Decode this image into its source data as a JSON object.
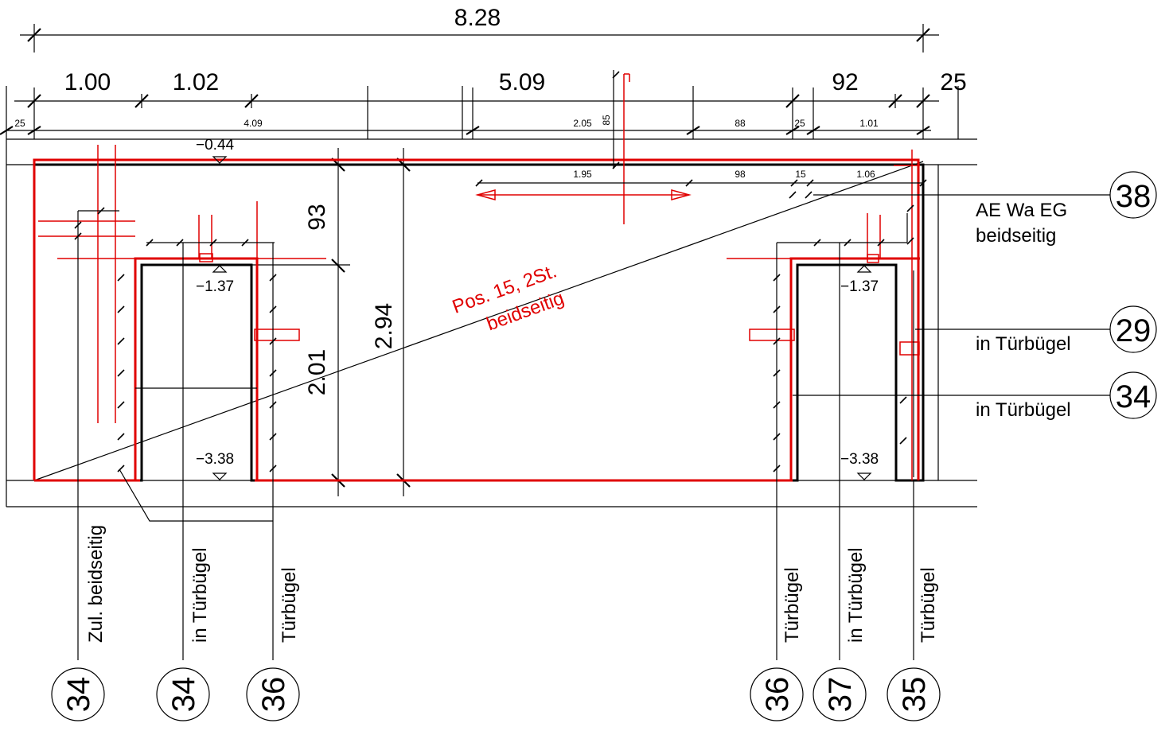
{
  "colors": {
    "ink": "#000000",
    "rebar": "#e00000",
    "background": "#ffffff"
  },
  "dimensions": {
    "overall": "8.28",
    "row1": {
      "d1": "1.00",
      "d2": "1.02",
      "d3": "5.09",
      "d4": "92",
      "d5": "25"
    },
    "row2": {
      "d1": "25",
      "d2": "4.09",
      "d3": "2.05",
      "d4": "85",
      "d5": "88",
      "d6": "25",
      "d7": "1.01"
    },
    "row3": {
      "d1": "1.95",
      "d2": "98",
      "d3": "15",
      "d4": "1.06"
    },
    "height_total": "2.94",
    "height_door": "2.01",
    "lintel": "93"
  },
  "levels": {
    "top": "−0.44",
    "door_left_top": "−1.37",
    "door_left_bottom": "−3.38",
    "door_right_top": "−1.37",
    "door_right_bottom": "−3.38"
  },
  "annotations": {
    "main_line1": "Pos. 15, 2St.",
    "main_line2": "beidseitig"
  },
  "right_callouts": [
    {
      "number": "38",
      "line1": "AE Wa EG",
      "line2": "beidseitig"
    },
    {
      "number": "29",
      "line1": "in Türbügel",
      "line2": ""
    },
    {
      "number": "34",
      "line1": "in Türbügel",
      "line2": ""
    }
  ],
  "bottom_callouts": [
    {
      "number": "34",
      "label": "Zul. beidseitig"
    },
    {
      "number": "34",
      "label": "in Türbügel"
    },
    {
      "number": "36",
      "label": "Türbügel"
    },
    {
      "number": "36",
      "label": "Türbügel"
    },
    {
      "number": "37",
      "label": "in Türbügel"
    },
    {
      "number": "35",
      "label": "Türbügel"
    }
  ]
}
